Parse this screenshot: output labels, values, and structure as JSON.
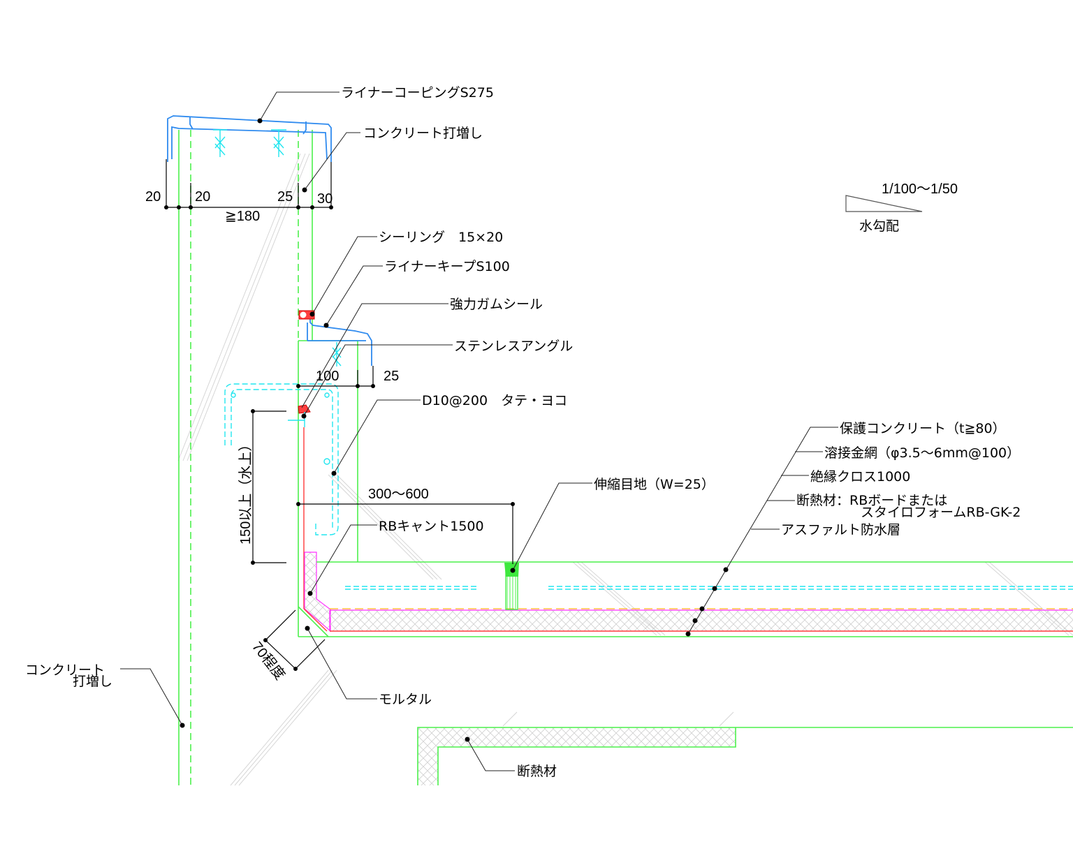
{
  "drawing": {
    "title": "パラペット・屋上防水断面詳細",
    "colors": {
      "concrete": "#4cf04c",
      "metal": "#2f8bef",
      "rebar": "#22e6ef",
      "waterproof": "#ff3a3a",
      "insulation": "#ff30ff",
      "cloth": "#ffc040",
      "leader": "#222222"
    },
    "labels": {
      "coping": "ライナーコーピングS275",
      "concrete_topping_top": "コンクリート打増し",
      "sealing": "シーリング　15×20",
      "keep": "ライナーキープS100",
      "gum_seal": "強力ガムシール",
      "stainless_angle": "ステンレスアングル",
      "rebar": "D10@200　タテ・ヨコ",
      "expansion_joint": "伸縮目地（W=25）",
      "protect_concrete": "保護コンクリート（t≧80）",
      "wire_mesh": "溶接金網（φ3.5～6mm@100）",
      "insulation_cloth": "絶縁クロス1000",
      "insulation_line1": "断熱材：RBボードまたは",
      "insulation_line2": "スタイロフォームRB-GK-2",
      "asphalt": "アスファルト防水層",
      "cant": "RBキャント1500",
      "concrete_topping_left_1": "コンクリート",
      "concrete_topping_left_2": "打増し",
      "mortar": "モルタル",
      "insulation_bottom": "断熱材"
    },
    "dimensions": {
      "d20a": "20",
      "d20b": "20",
      "d25a": "25",
      "d30": "30",
      "d180": "≧180",
      "d100": "100",
      "d25b": "25",
      "d300_600": "300～600",
      "d150": "150以上（水上）",
      "d70": "70程度"
    },
    "slope": {
      "ratio": "1/100～1/50",
      "label": "水勾配"
    }
  }
}
